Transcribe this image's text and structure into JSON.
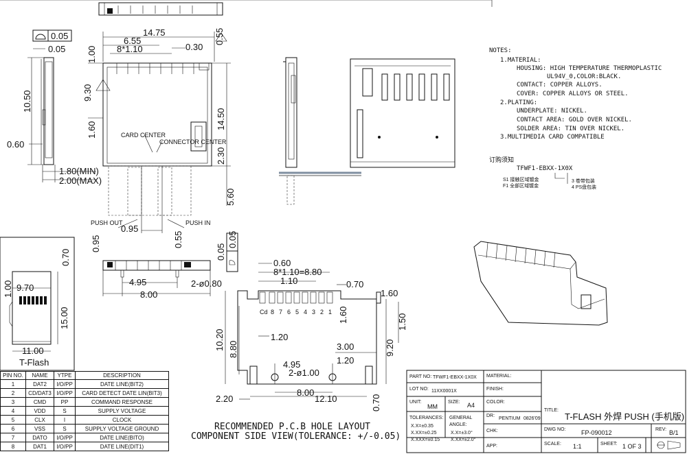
{
  "notes": {
    "heading": "NOTES:",
    "lines": [
      "1.MATERIAL:",
      "HOUSING: HIGH TEMPERATURE THERMOPLASTIC",
      "UL94V_0,COLOR:BLACK.",
      "CONTACT: COPPER ALLOYS.",
      "COVER: COPPER ALLOYS OR STEEL.",
      "2.PLATING:",
      "UNDERPLATE: NICKEL.",
      "CONTACT AREA: GOLD OVER NICKEL.",
      "SOLDER AREA: TIN OVER NICKEL.",
      "3.MULTIMEDIA CARD COMPATIBLE"
    ]
  },
  "order": {
    "heading": "订购须知",
    "code": "TFWF1-EBXX-1X0X",
    "s1": "S1  接触区域镀金",
    "f1": "F1  全部区域镀金",
    "o3": "3  卷带包装",
    "o4": "4  PS盘包装"
  },
  "top_view": {
    "d1475": "14.75",
    "d655": "6.55",
    "d8x110": "8*1.10",
    "d030": "0.30",
    "d100": "1.00",
    "d055": "0.55",
    "d930": "9.30",
    "d160": "1.60",
    "d1450": "14.50",
    "d230": "2.30",
    "d560": "5.60",
    "card_center": "CARD CENTER",
    "connector_center": "CONNECTOR CENTER",
    "push_out": "PUSH OUT",
    "push_in": "PUSH IN",
    "d095": "0.95"
  },
  "side_view": {
    "flat": "0.05",
    "d005": "0.05",
    "d1050": "10.50",
    "d060": "0.60",
    "dmin": "1.80(MIN)",
    "dmax": "2.00(MAX)"
  },
  "front_view": {
    "d095": "0.95",
    "d055": "0.55",
    "d495": "4.95",
    "d080": "2-ø0.80",
    "d800": "8.00",
    "flat": "0.05",
    "d005": "0.05"
  },
  "tflash": {
    "d070": "0.70",
    "d970": "9.70",
    "d100": "1.00",
    "d1500": "15.00",
    "d1100": "11.00",
    "label": "T-Flash"
  },
  "pcb": {
    "d060": "0.60",
    "d8x110": "8*1.10=8.80",
    "d110": "1.10",
    "d070": "0.70",
    "d160a": "1.60",
    "d160b": "1.60",
    "d150": "1.50",
    "d1020": "10.20",
    "d880": "8.80",
    "d120a": "1.20",
    "d300": "3.00",
    "d920": "9.20",
    "d120b": "1.20",
    "d495": "4.95",
    "d100": "2-ø1.00",
    "d220": "2.20",
    "d800": "8.00",
    "d1210": "12.10",
    "d070b": "0.70",
    "pins": [
      "Cd",
      "8",
      "7",
      "6",
      "5",
      "4",
      "3",
      "2",
      "1"
    ],
    "caption1": "RECOMMENDED P.C.B HOLE LAYOUT",
    "caption2": "COMPONENT SIDE VIEW(TOLERANCE: +/-0.05)"
  },
  "pin_table": {
    "headers": [
      "PIN NO.",
      "NAME",
      "YTPE",
      "DESCRIPTION"
    ],
    "rows": [
      [
        "1",
        "DAT2",
        "I/O/PP",
        "DATE LINE(BIT2)"
      ],
      [
        "2",
        "CD/DAT3",
        "I/O/PP",
        "CARD DETECT DATE LIN(BIT3)"
      ],
      [
        "3",
        "CMD",
        "PP",
        "COMMAND RESPONSE"
      ],
      [
        "4",
        "VDD",
        "S",
        "SUPPLY VOLTAGE"
      ],
      [
        "5",
        "CLX",
        "I",
        "CLOCK"
      ],
      [
        "6",
        "VSS",
        "S",
        "SUPPLY VOLTAGE GROUND"
      ],
      [
        "7",
        "DATO",
        "I/O/PP",
        "DATE LINE(BITO)"
      ],
      [
        "8",
        "DAT1",
        "I/O/PP",
        "DATE LINE(DIT1)"
      ]
    ]
  },
  "title_block": {
    "part_no_label": "PART NO:",
    "part_no": "TFWF1-EBXX-1X0X",
    "material_label": "MATERIAL:",
    "lot_no_label": "LOT NO:",
    "lot_no": "11XX0001X",
    "finish_label": "FINISH:",
    "unit_label": "UNIT:",
    "unit": "MM",
    "size_label": "SIZE:",
    "size": "A4",
    "color_label": "COLOR:",
    "tol_label": "TOLERANCES:",
    "tol1": "X.X=±0.35",
    "tol2": "X.XX=±0.25",
    "tol3": "X.XXX=±0.15",
    "gen_label": "GENERAL",
    "angle_label": "ANGLE:",
    "ang1": "X.X=±3.0°",
    "ang2": "X.XX=±2.0°",
    "dr_label": "DR:",
    "dr": "PENTIUM",
    "dr_date": "0826'09",
    "chk_label": "CHK:",
    "app_label": "APP:",
    "title_label": "TITLE:",
    "title": "T-FLASH 外焊 PUSH (手机版)",
    "dwg_label": "DWG NO:",
    "dwg": "FP-090012",
    "rev_label": "REV:",
    "rev": "B/1",
    "scale_label": "SCALE:",
    "scale": "1:1",
    "sheet_label": "SHEET:",
    "sheet": "1 OF 3"
  }
}
